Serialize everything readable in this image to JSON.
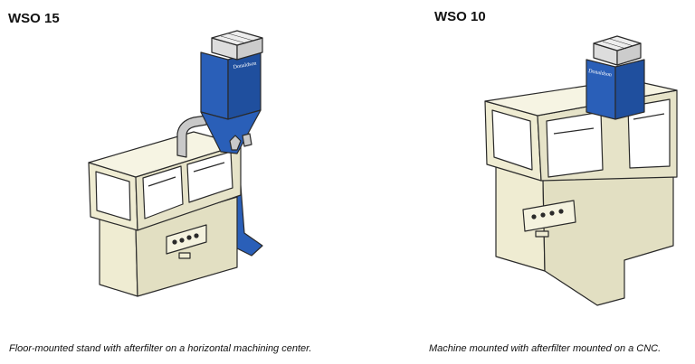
{
  "left": {
    "title": "WSO 15",
    "caption": "Floor-mounted stand with afterfilter on a horizontal machining center.",
    "brand_text": "Donaldson"
  },
  "right": {
    "title": "WSO 10",
    "caption": "Machine mounted with afterfilter mounted on a CNC.",
    "brand_text": "Donaldson"
  },
  "colors": {
    "collector_blue": "#2a5fb8",
    "machine_body": "#efecd2",
    "outline": "#2a2a2a",
    "glass": "#ffffff"
  }
}
